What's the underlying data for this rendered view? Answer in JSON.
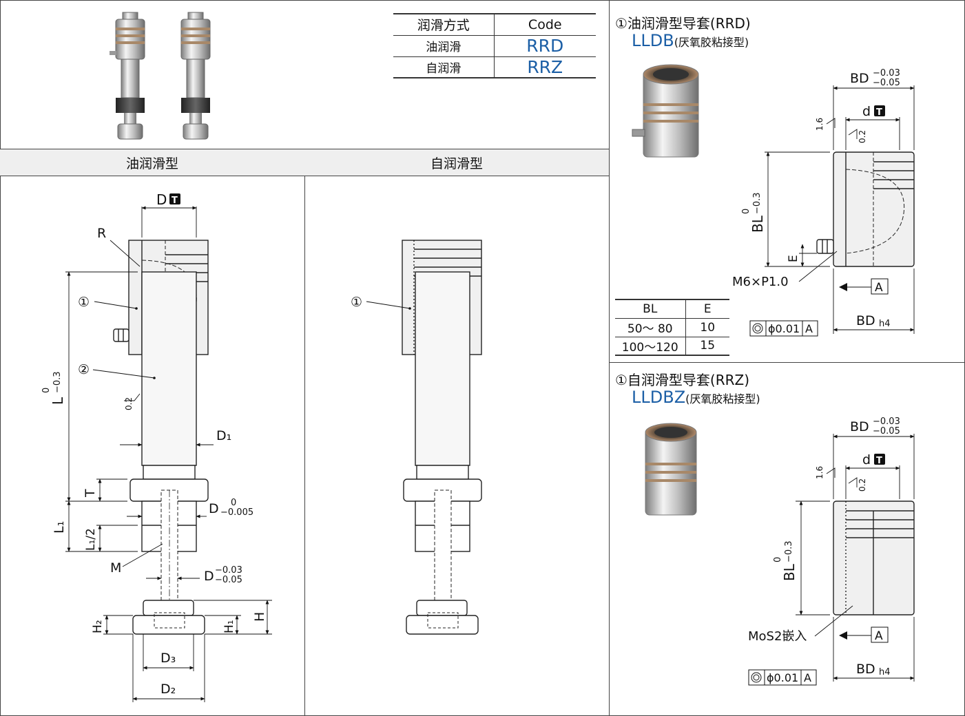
{
  "header_tabs": {
    "oil": "油润滑型",
    "self": "自润滑型"
  },
  "lube_table": {
    "headers": [
      "润滑方式",
      "Code"
    ],
    "rows": [
      {
        "method": "油润滑",
        "code": "RRD"
      },
      {
        "method": "自润滑",
        "code": "RRZ"
      }
    ]
  },
  "rrd_section": {
    "title": "①油润滑型导套(RRD)",
    "model": "LLDB",
    "note": "(厌氧胶粘接型)",
    "fitting_label": "M6×P1.0"
  },
  "rrz_section": {
    "title": "①自润滑型导套(RRZ)",
    "model": "LLDBZ",
    "note": "(厌氧胶粘接型)",
    "insert_label": "MoS2嵌入"
  },
  "be_table": {
    "headers": [
      "BL",
      "E"
    ],
    "rows": [
      {
        "bl": "50～ 80",
        "e": "10"
      },
      {
        "bl": "100～120",
        "e": "15"
      }
    ]
  },
  "dims": {
    "D": "D",
    "T": "T",
    "R": "R",
    "circle1": "①",
    "circle2": "②",
    "L": "L",
    "L_tol_upper": "0",
    "L_tol_lower": "−0.3",
    "D1": "D₁",
    "T_dim": "T",
    "D_fit": "D",
    "D_fit_upper": "0",
    "D_fit_lower": "−0.005",
    "L1": "L₁",
    "L1_half": "L₁/2",
    "M": "M",
    "D_shaft": "D",
    "D_shaft_upper": "−0.03",
    "D_shaft_lower": "−0.05",
    "H": "H",
    "H1": "H₁",
    "H2": "H₂",
    "D3": "D₃",
    "D2": "D₂",
    "rough_02": "0.2",
    "rough_16": "1.6",
    "BD": "BD",
    "BD_upper": "−0.03",
    "BD_lower": "−0.05",
    "d": "d",
    "BL": "BL",
    "BL_upper": "0",
    "BL_lower": "−0.3",
    "E": "E",
    "A": "A",
    "coax": "ϕ0.01",
    "BDh4": "BD",
    "h4": "h4"
  },
  "colors": {
    "accent_blue": "#1c5fa6",
    "header_bg": "#efefef",
    "steel": "#d9d9d9",
    "bronze": "#b08a6a"
  }
}
